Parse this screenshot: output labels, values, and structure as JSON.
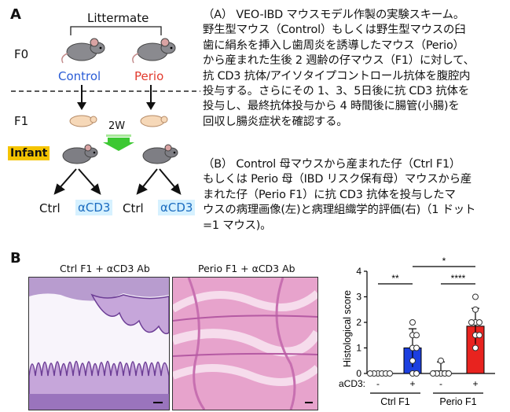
{
  "panel_a": {
    "letter": "A",
    "littermate": "Littermate",
    "f0": "F0",
    "f1": "F1",
    "control": "Control",
    "perio": "Perio",
    "twoweeks": "2W",
    "infant": "Infant",
    "ctrl_left": "Ctrl",
    "acd3_left": "αCD3",
    "ctrl_right": "Ctrl",
    "acd3_right": "αCD3",
    "colors": {
      "control": "#2a5cd6",
      "perio": "#e23b2e",
      "infant_bg": "#f5c400",
      "acd3_bg": "#d6f1ff",
      "arrow_green": "#3cc832"
    },
    "icons": [
      "mouse-icon",
      "pup-icon",
      "down-arrow-icon",
      "green-down-arrow-icon"
    ]
  },
  "text": {
    "para_a": [
      "（A） VEO-IBD マウスモデル作製の実験スキーム。",
      "野生型マウス（Control）もしくは野生型マウスの臼",
      "歯に絹糸を挿入し歯周炎を誘導したマウス（Perio）",
      "から産まれた生後 2 週齢の仔マウス（F1）に対して、",
      "抗 CD3 抗体/アイソタイプコントロール抗体を腹腔内",
      "投与する。さらにその 1、3、5日後に抗 CD3 抗体を",
      "投与し、最終抗体投与から 4 時間後に腸管(小腸)を",
      "回収し腸炎症状を確認する。"
    ],
    "para_b": [
      "（B） Control 母マウスから産まれた仔（Ctrl F1）",
      "もしくは Perio 母（IBD リスク保有母）マウスから産",
      "まれた仔（Perio F1）に抗 CD3 抗体を投与したマ",
      "ウスの病理画像(左)と病理組織学的評価(右)（1 ドット",
      "=1 マウス)。"
    ]
  },
  "panel_b": {
    "letter": "B",
    "img_left_title": "Ctrl F1 + αCD3 Ab",
    "img_right_title": "Perio F1 + αCD3 Ab"
  },
  "chart_data": {
    "type": "bar",
    "ylabel": "Histological score",
    "ylim": [
      0,
      4
    ],
    "yticks": [
      "0",
      "1",
      "2",
      "3",
      "4"
    ],
    "row_label": "aCD3:",
    "treatment": [
      "-",
      "+",
      "-",
      "+"
    ],
    "groups": [
      "Ctrl F1",
      "Perio F1"
    ],
    "bars": [
      {
        "group": "Ctrl F1",
        "treatment": "-",
        "mean": 0.0,
        "sd": 0.0,
        "color": "#ffffff",
        "points": [
          0,
          0,
          0,
          0,
          0,
          0
        ]
      },
      {
        "group": "Ctrl F1",
        "treatment": "+",
        "mean": 1.0,
        "sd": 0.75,
        "color": "#1c3fe0",
        "points": [
          0,
          0,
          0.5,
          1,
          1,
          1.5,
          1.5,
          2
        ]
      },
      {
        "group": "Perio F1",
        "treatment": "-",
        "mean": 0.1,
        "sd": 0.35,
        "color": "#ffffff",
        "points": [
          0,
          0,
          0,
          0,
          0,
          0.5
        ]
      },
      {
        "group": "Perio F1",
        "treatment": "+",
        "mean": 1.85,
        "sd": 0.7,
        "color": "#e8231f",
        "points": [
          1,
          1.5,
          1.5,
          2,
          2,
          2,
          2.5,
          3
        ]
      }
    ],
    "significance": [
      {
        "label": "**",
        "from": 0,
        "to": 1
      },
      {
        "label": "****",
        "from": 2,
        "to": 3
      },
      {
        "label": "*",
        "from": 1,
        "to": 3
      }
    ]
  }
}
